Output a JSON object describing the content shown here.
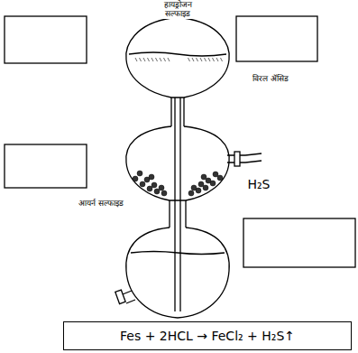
{
  "diagram": {
    "nodes": [
      {
        "text": [
          "Fes + 2HCL → FeCl₂ + H₂S↑"
        ]
      }
    ],
    "labels": [
      "हायड्रोजन सल्फाइड",
      "विरल ॲसिड",
      "H₂S",
      "आयर्न सल्फाइड"
    ]
  }
}
